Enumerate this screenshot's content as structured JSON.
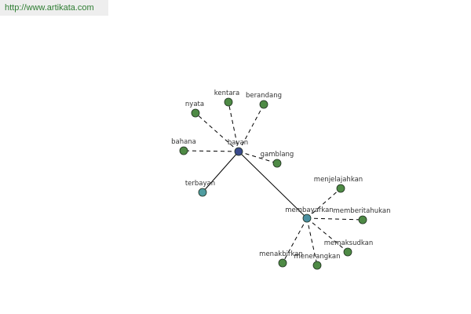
{
  "banner": {
    "url": "http://www.artikata.com"
  },
  "colors": {
    "hub_root": "#3a4a8c",
    "hub_secondary": "#4a8fa0",
    "leaf": "#4e8a45",
    "leaf_alt": "#4f9ca0",
    "node_stroke": "#1f2f1f"
  },
  "graph": {
    "nodes": [
      {
        "id": "bayan",
        "label": "bayan",
        "kind": "hub_root"
      },
      {
        "id": "membayarkan",
        "label": "membayarkan",
        "kind": "hub_secondary"
      },
      {
        "id": "nyata",
        "label": "nyata",
        "kind": "leaf"
      },
      {
        "id": "kentara",
        "label": "kentara",
        "kind": "leaf"
      },
      {
        "id": "berandang",
        "label": "berandang",
        "kind": "leaf"
      },
      {
        "id": "bahana",
        "label": "bahana",
        "kind": "leaf"
      },
      {
        "id": "gamblang",
        "label": "gamblang",
        "kind": "leaf"
      },
      {
        "id": "terbayan",
        "label": "terbayan",
        "kind": "leaf_alt"
      },
      {
        "id": "menjelajahkan",
        "label": "menjelajahkan",
        "kind": "leaf"
      },
      {
        "id": "memberitahukan",
        "label": "memberitahukan",
        "kind": "leaf"
      },
      {
        "id": "memaksudkan",
        "label": "memaksudkan",
        "kind": "leaf"
      },
      {
        "id": "menerangkan",
        "label": "menerangkan",
        "kind": "leaf"
      },
      {
        "id": "menakbirkan",
        "label": "menakbirkan",
        "kind": "leaf"
      }
    ],
    "edges": [
      {
        "from": "bayan",
        "to": "nyata",
        "style": "dashed"
      },
      {
        "from": "bayan",
        "to": "kentara",
        "style": "dashed"
      },
      {
        "from": "bayan",
        "to": "berandang",
        "style": "dashed"
      },
      {
        "from": "bayan",
        "to": "bahana",
        "style": "dashed"
      },
      {
        "from": "bayan",
        "to": "gamblang",
        "style": "dashed"
      },
      {
        "from": "bayan",
        "to": "terbayan",
        "style": "solid"
      },
      {
        "from": "bayan",
        "to": "membayarkan",
        "style": "solid"
      },
      {
        "from": "membayarkan",
        "to": "menjelajahkan",
        "style": "dashed"
      },
      {
        "from": "membayarkan",
        "to": "memberitahukan",
        "style": "dashed"
      },
      {
        "from": "membayarkan",
        "to": "memaksudkan",
        "style": "dashed"
      },
      {
        "from": "membayarkan",
        "to": "menerangkan",
        "style": "dashed"
      },
      {
        "from": "membayarkan",
        "to": "menakbirkan",
        "style": "dashed"
      }
    ]
  }
}
